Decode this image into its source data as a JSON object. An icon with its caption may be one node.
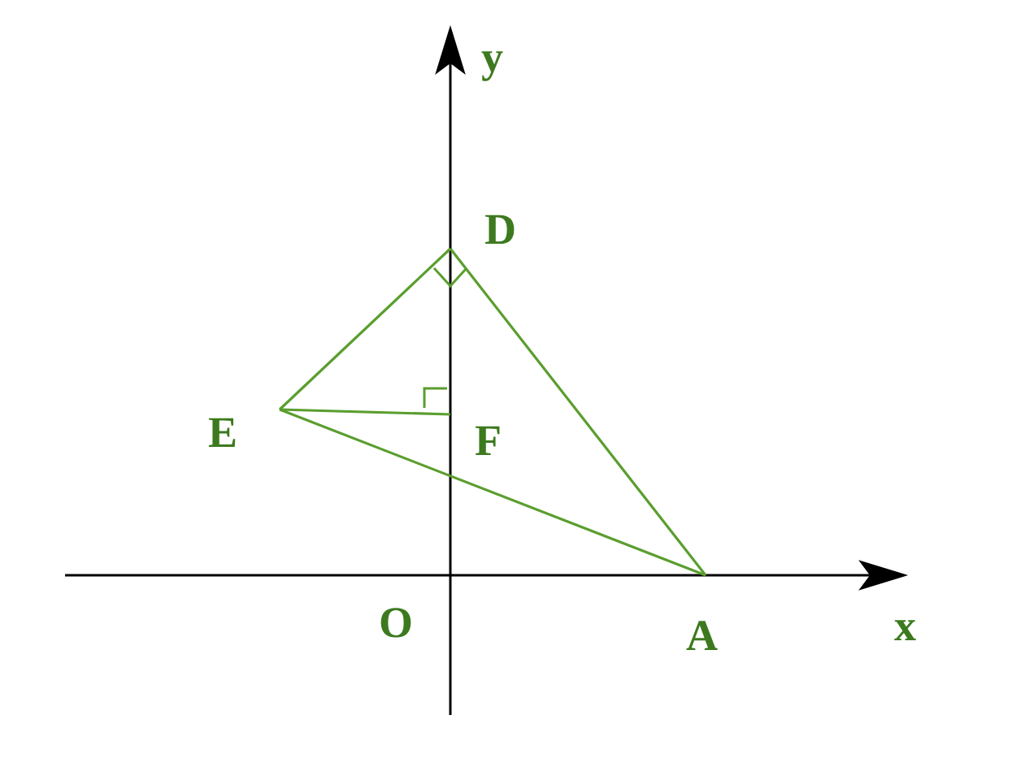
{
  "diagram": {
    "nodes": [
      {
        "text": [
          "D"
        ]
      },
      {
        "text": [
          "E"
        ]
      },
      {
        "text": [
          "F"
        ]
      },
      {
        "text": [
          "A"
        ]
      }
    ],
    "edges": [
      {
        "from": 1,
        "to": 0,
        "arrow": "none"
      },
      {
        "from": 0,
        "to": 3,
        "arrow": "none"
      },
      {
        "from": 1,
        "to": 3,
        "arrow": "none"
      },
      {
        "from": 1,
        "to": 2,
        "arrow": "none"
      }
    ],
    "labels": [
      "y",
      "O",
      "x"
    ]
  }
}
